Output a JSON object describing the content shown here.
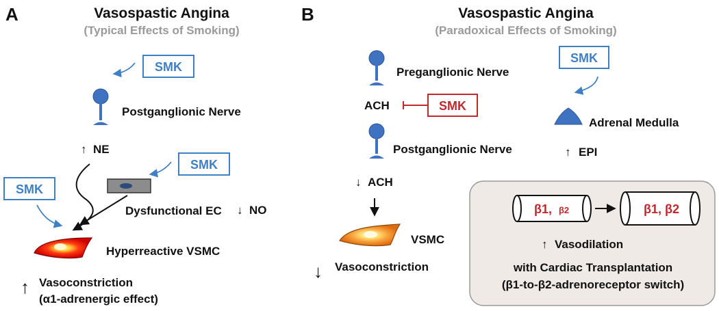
{
  "panel_a": {
    "letter": "A",
    "title": "Vasospastic Angina",
    "subtitle": "(Typical Effects of Smoking)",
    "smk_label": "SMK",
    "postganglionic": "Postganglionic Nerve",
    "ne": "NE",
    "dysfunctional_ec": "Dysfunctional EC",
    "no": "NO",
    "vsmc": "Hyperreactive VSMC",
    "vasoconstriction": "Vasoconstriction",
    "effect": "(α1-adrenergic effect)"
  },
  "panel_b": {
    "letter": "B",
    "title": "Vasospastic Angina",
    "subtitle": "(Paradoxical Effects of Smoking)",
    "smk_label": "SMK",
    "preganglionic": "Preganglionic Nerve",
    "ach": "ACH",
    "postganglionic": "Postganglionic Nerve",
    "ach_down": "ACH",
    "vsmc": "VSMC",
    "vasoconstriction": "Vasoconstriction",
    "adrenal": "Adrenal Medulla",
    "epi": "EPI",
    "beta_big": "β1,",
    "beta_small": "β2",
    "beta_pair": "β1, β2",
    "vasodilation": "Vasodilation",
    "transplant": "with Cardiac Transplantation",
    "switch": "(β1-to-β2-adrenoreceptor switch)"
  },
  "colors": {
    "blue": "#3f7fc4",
    "red": "#c0282d",
    "box_fill": "#efeae6",
    "box_border": "#999999"
  },
  "icons": {
    "up_arrow": "↑",
    "down_arrow": "↓"
  }
}
